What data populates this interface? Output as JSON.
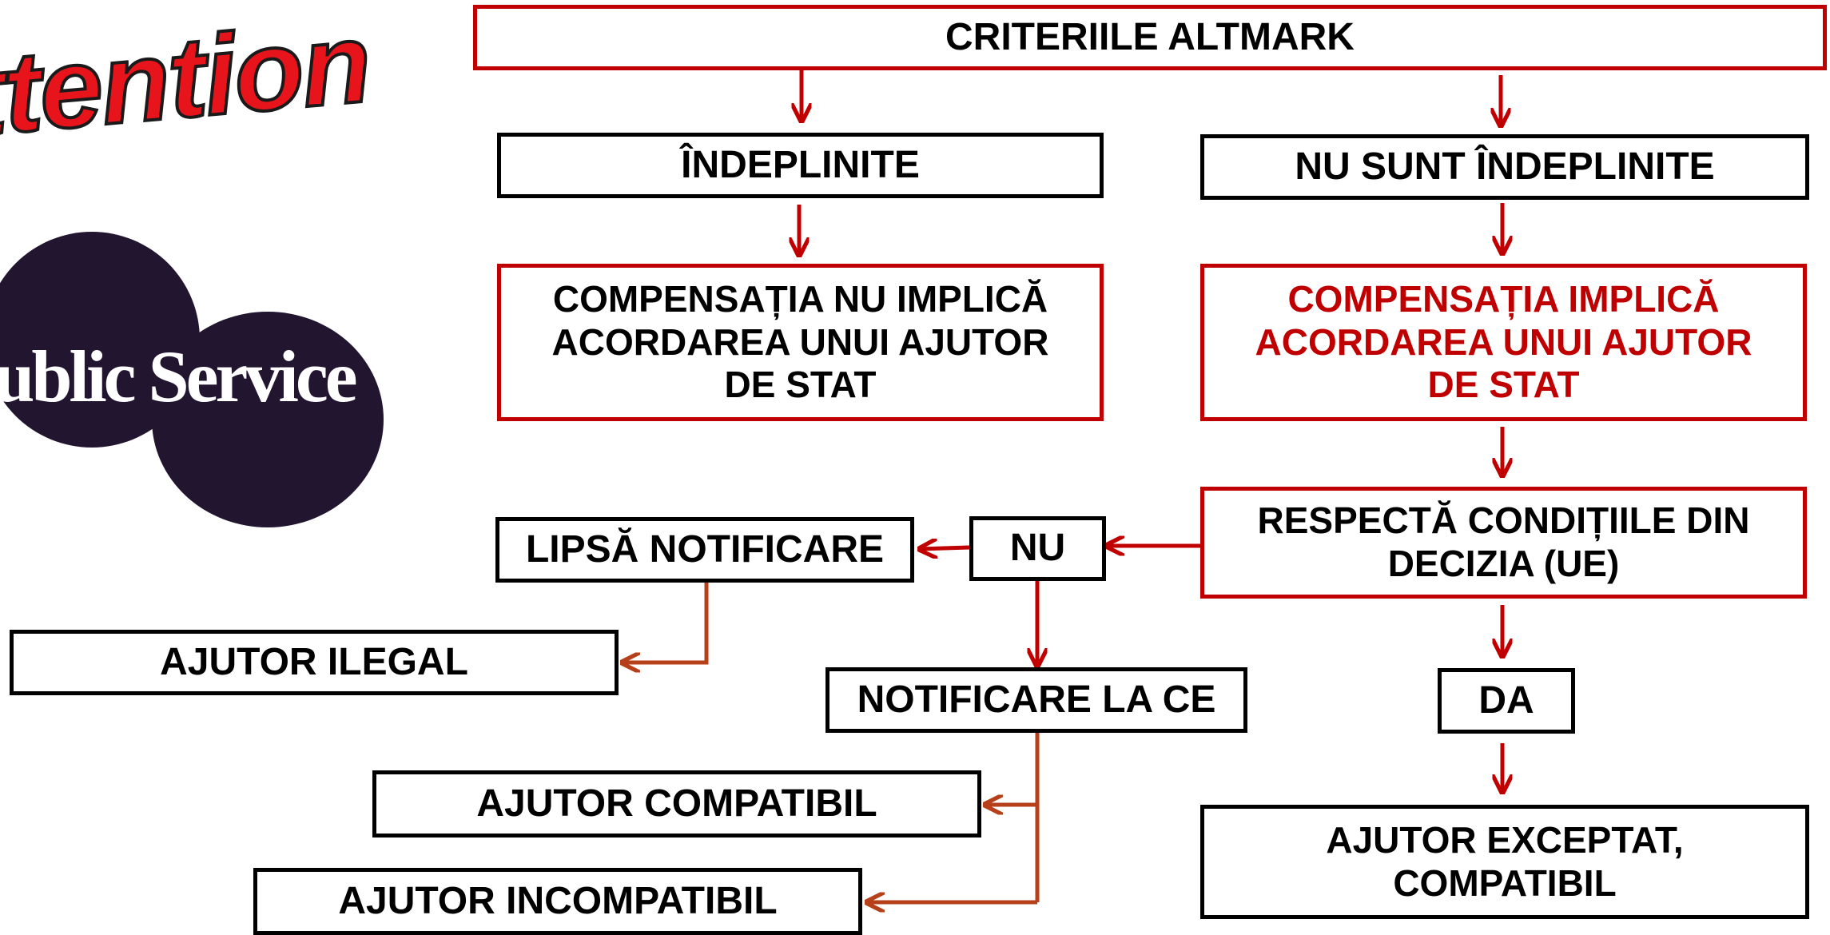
{
  "logos": {
    "attention": "ttention",
    "public_service": "Public Service"
  },
  "nodes": {
    "criterii": "CRITERIILE ALTMARK",
    "indeplinite": "ÎNDEPLINITE",
    "nu_sunt_indeplinite": "NU SUNT ÎNDEPLINITE",
    "compensatia_nu": "COMPENSAȚIA NU IMPLICĂ ACORDAREA UNUI AJUTOR DE STAT",
    "compensatia_da": "COMPENSAȚIA IMPLICĂ ACORDAREA UNUI AJUTOR DE STAT",
    "respecta": "RESPECTĂ CONDIȚIILE DIN DECIZIA (UE)",
    "nu": "NU",
    "lipsa_notificare": "LIPSĂ NOTIFICARE",
    "ajutor_ilegal": "AJUTOR ILEGAL",
    "notificare_ce": "NOTIFICARE LA CE",
    "da": "DA",
    "ajutor_compatibil": "AJUTOR COMPATIBIL",
    "ajutor_incompatibil": "AJUTOR INCOMPATIBIL",
    "ajutor_exceptat": "AJUTOR EXCEPTAT, COMPATIBIL"
  },
  "colors": {
    "accent_red": "#c00000",
    "connector_brown": "#b5401a",
    "logo_red": "#e8141c",
    "logo_dark": "#221530"
  }
}
